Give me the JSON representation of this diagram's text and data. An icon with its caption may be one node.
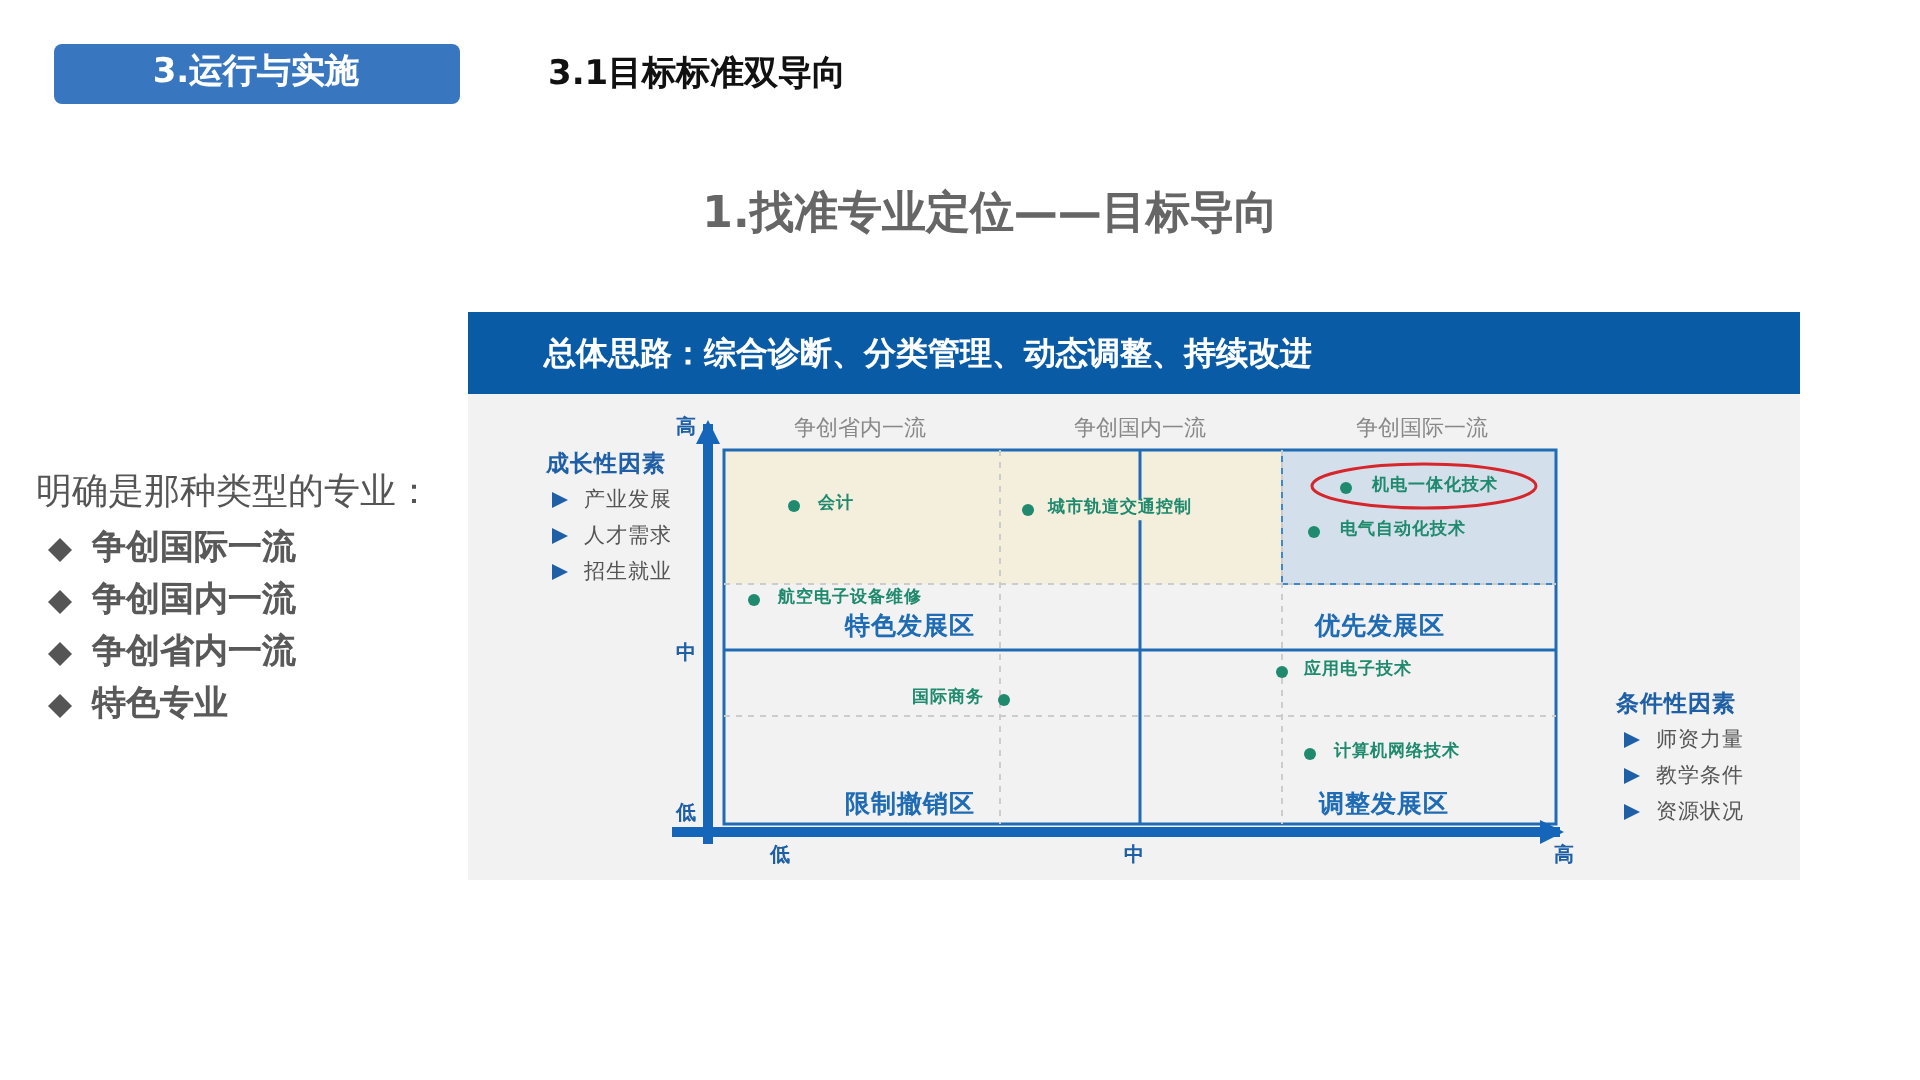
{
  "diagram": {
    "title": "1.找准专业定位——目标导向",
    "labels": [
      "3.运行与实施",
      "3.1目标标准双导向",
      "明确是那种类型的专业：",
      "争创国际一流",
      "争创国内一流",
      "争创省内一流",
      "特色专业",
      "总体思路：综合诊断、分类管理、动态调整、持续改进",
      "高",
      "成长性因素",
      "产业发展",
      "人才需求",
      "招生就业",
      "争创省内一流",
      "争创国内一流",
      "争创国际一流",
      "会计",
      "城市轨道交通控制",
      "机电一体化技术",
      "电气自动化技术",
      "航空电子设备维修",
      "特色发展区",
      "优先发展区",
      "中",
      "应用电子技术",
      "国际商务",
      "条件性因素",
      "师资力量",
      "计算机网络技术",
      "教学条件",
      "低",
      "限制撤销区",
      "调整发展区",
      "资源状况",
      "低",
      "中",
      "高"
    ]
  }
}
